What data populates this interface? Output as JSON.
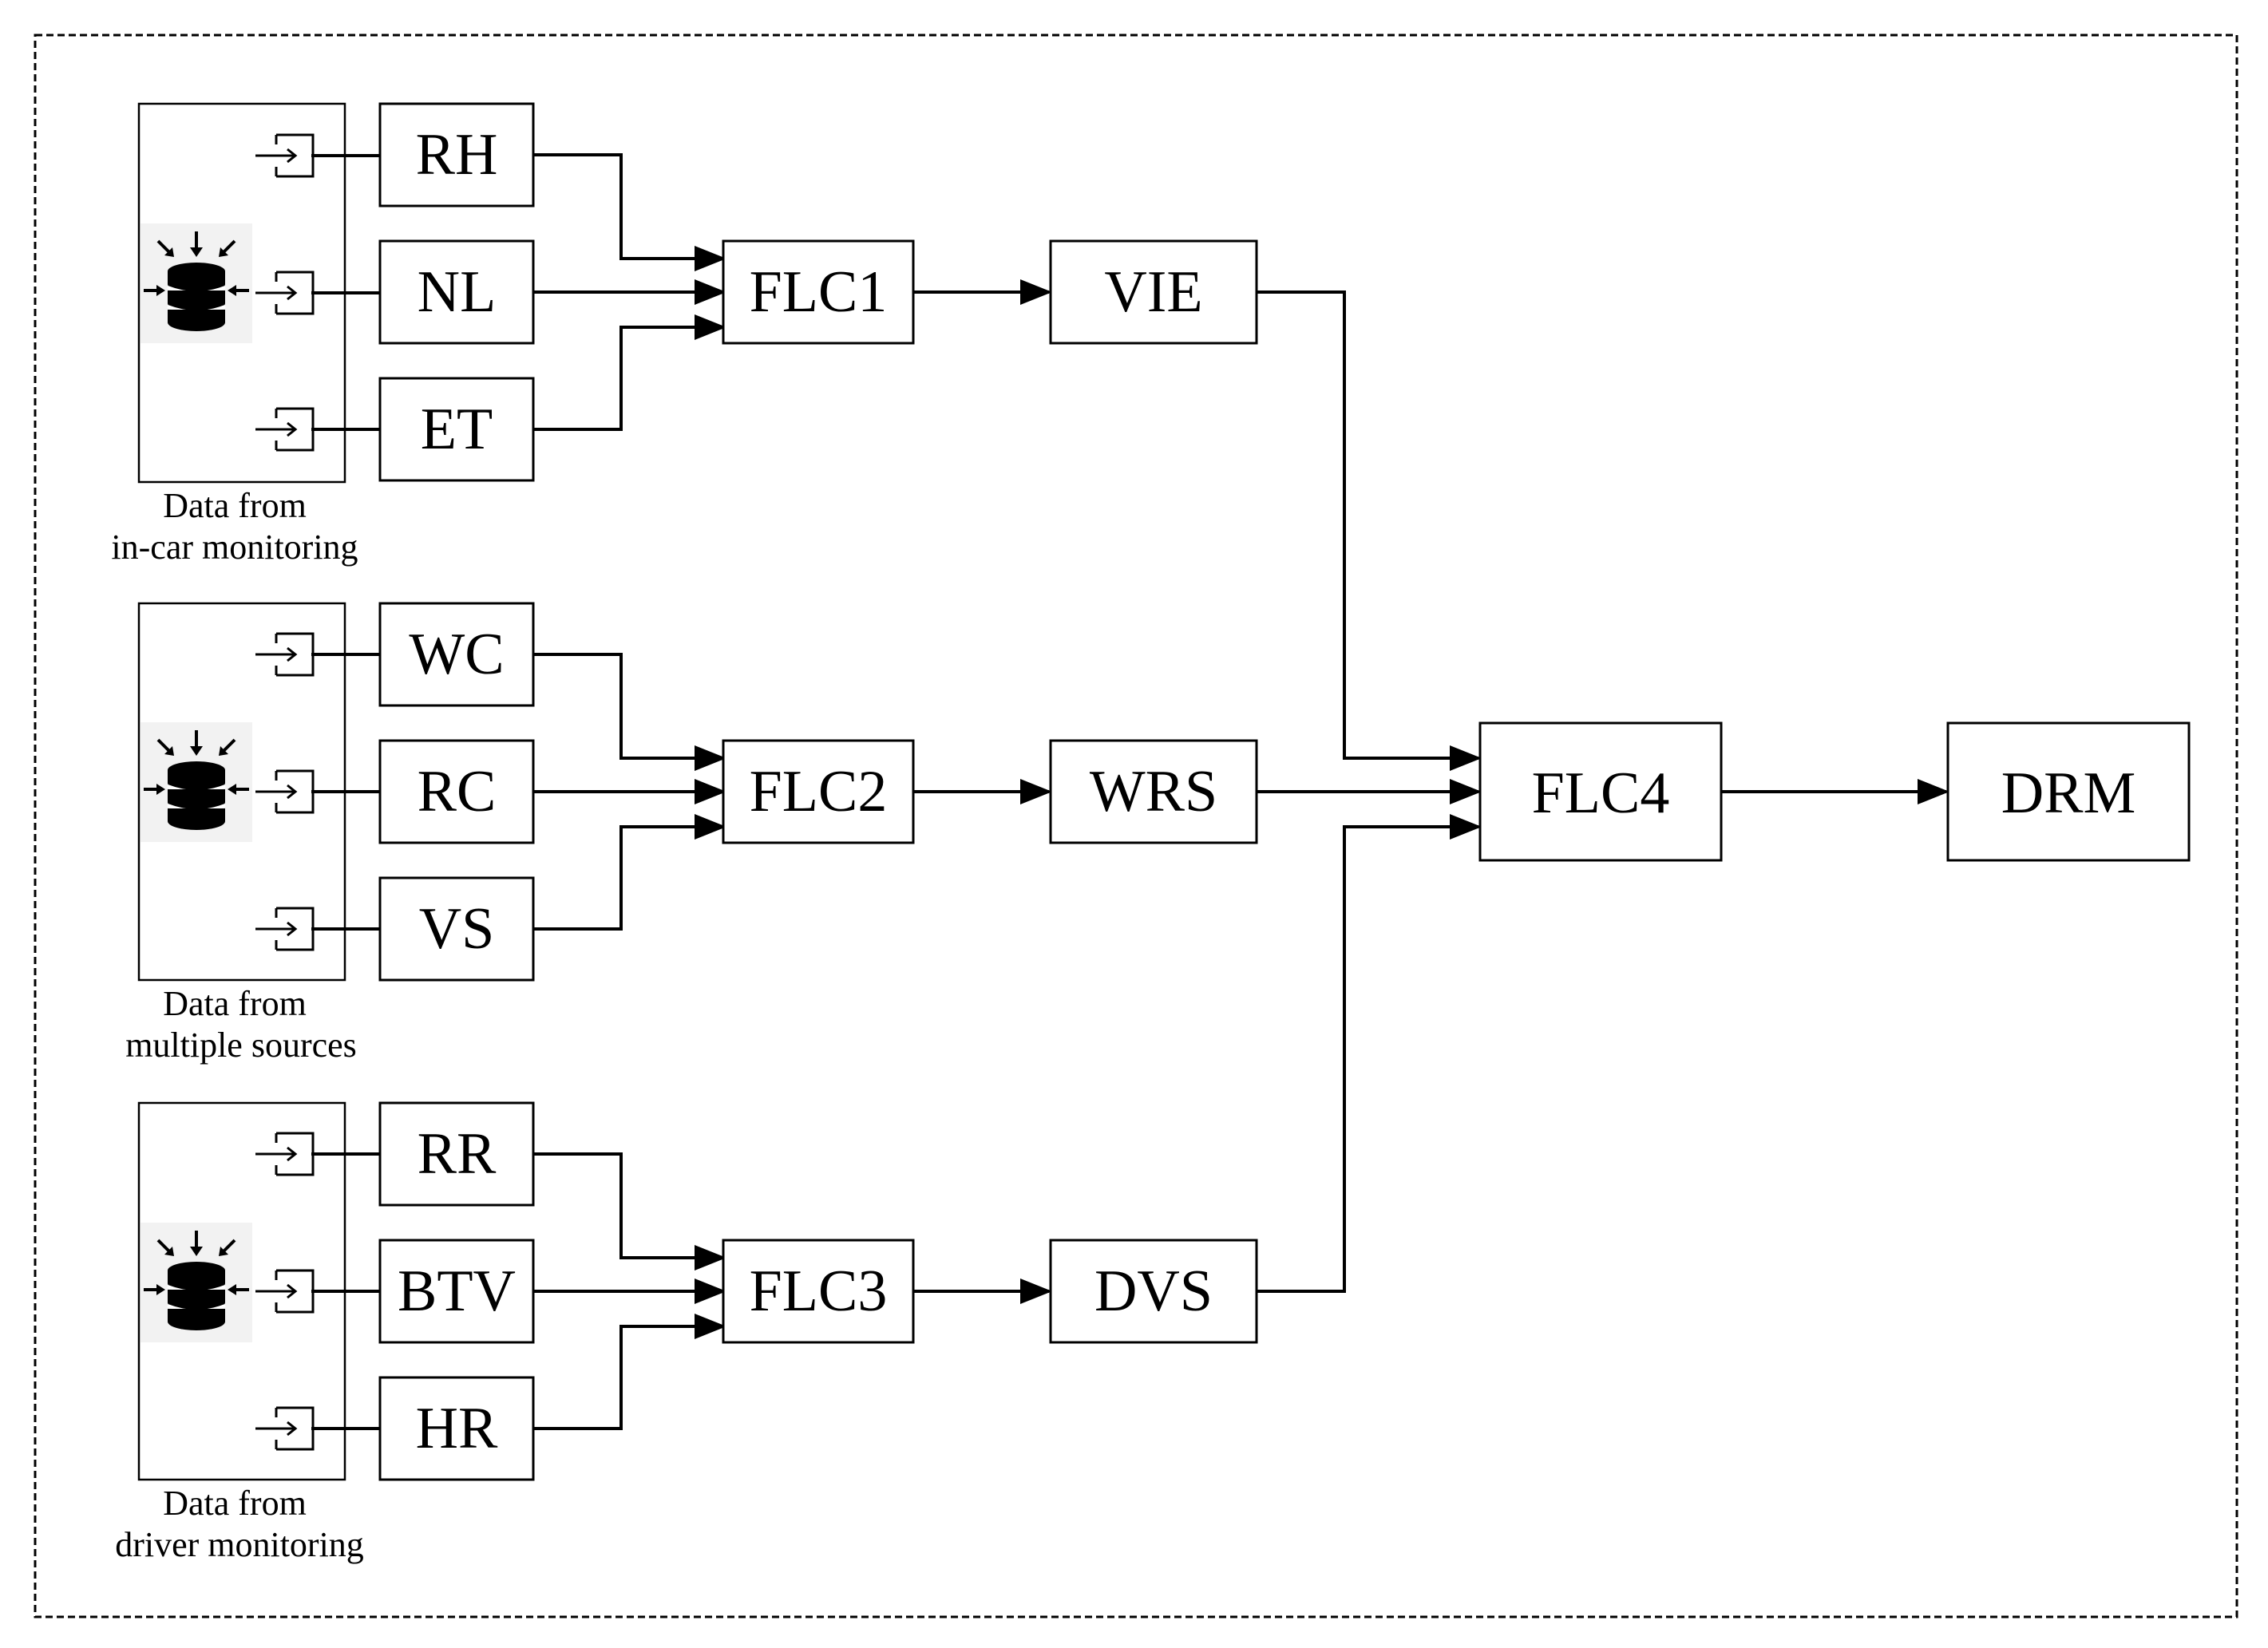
{
  "nodes": {
    "rh": "RH",
    "nl": "NL",
    "et": "ET",
    "wc": "WC",
    "rc": "RC",
    "vs": "VS",
    "rr": "RR",
    "btv": "BTV",
    "hr": "HR",
    "flc1": "FLC1",
    "flc2": "FLC2",
    "flc3": "FLC3",
    "vie": "VIE",
    "wrs": "WRS",
    "dvs": "DVS",
    "flc4": "FLC4",
    "drm": "DRM"
  },
  "groups": [
    {
      "line1": "Data from",
      "line2": "in-car monitoring",
      "icon": "database-icon"
    },
    {
      "line1": "Data from",
      "line2": "multiple sources",
      "icon": "database-icon"
    },
    {
      "line1": "Data from",
      "line2": "driver monitoring",
      "icon": "database-icon"
    }
  ]
}
